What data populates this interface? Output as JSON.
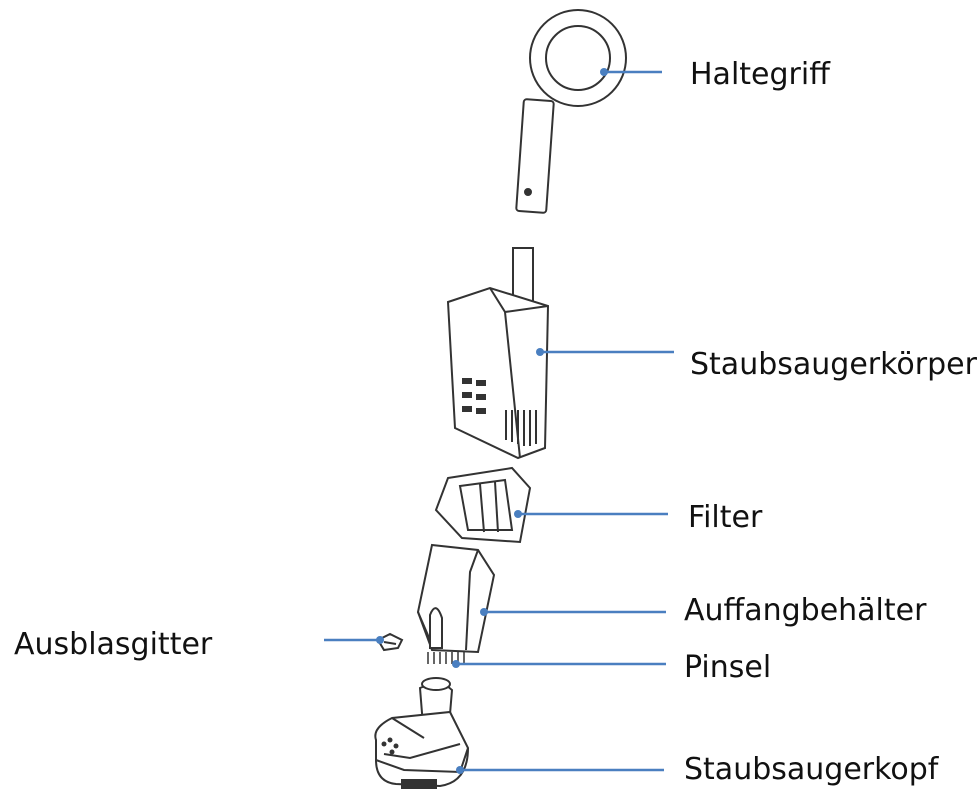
{
  "labels": {
    "handle": "Haltegriff",
    "body": "Staubsaugerkörper",
    "filter": "Filter",
    "container": "Auffangbehälter",
    "exhaust_grid": "Ausblasgitter",
    "brush": "Pinsel",
    "head": "Staubsaugerkopf"
  },
  "colors": {
    "leader_line": "#4a7fc0",
    "outline": "#333333",
    "text": "#111111"
  }
}
